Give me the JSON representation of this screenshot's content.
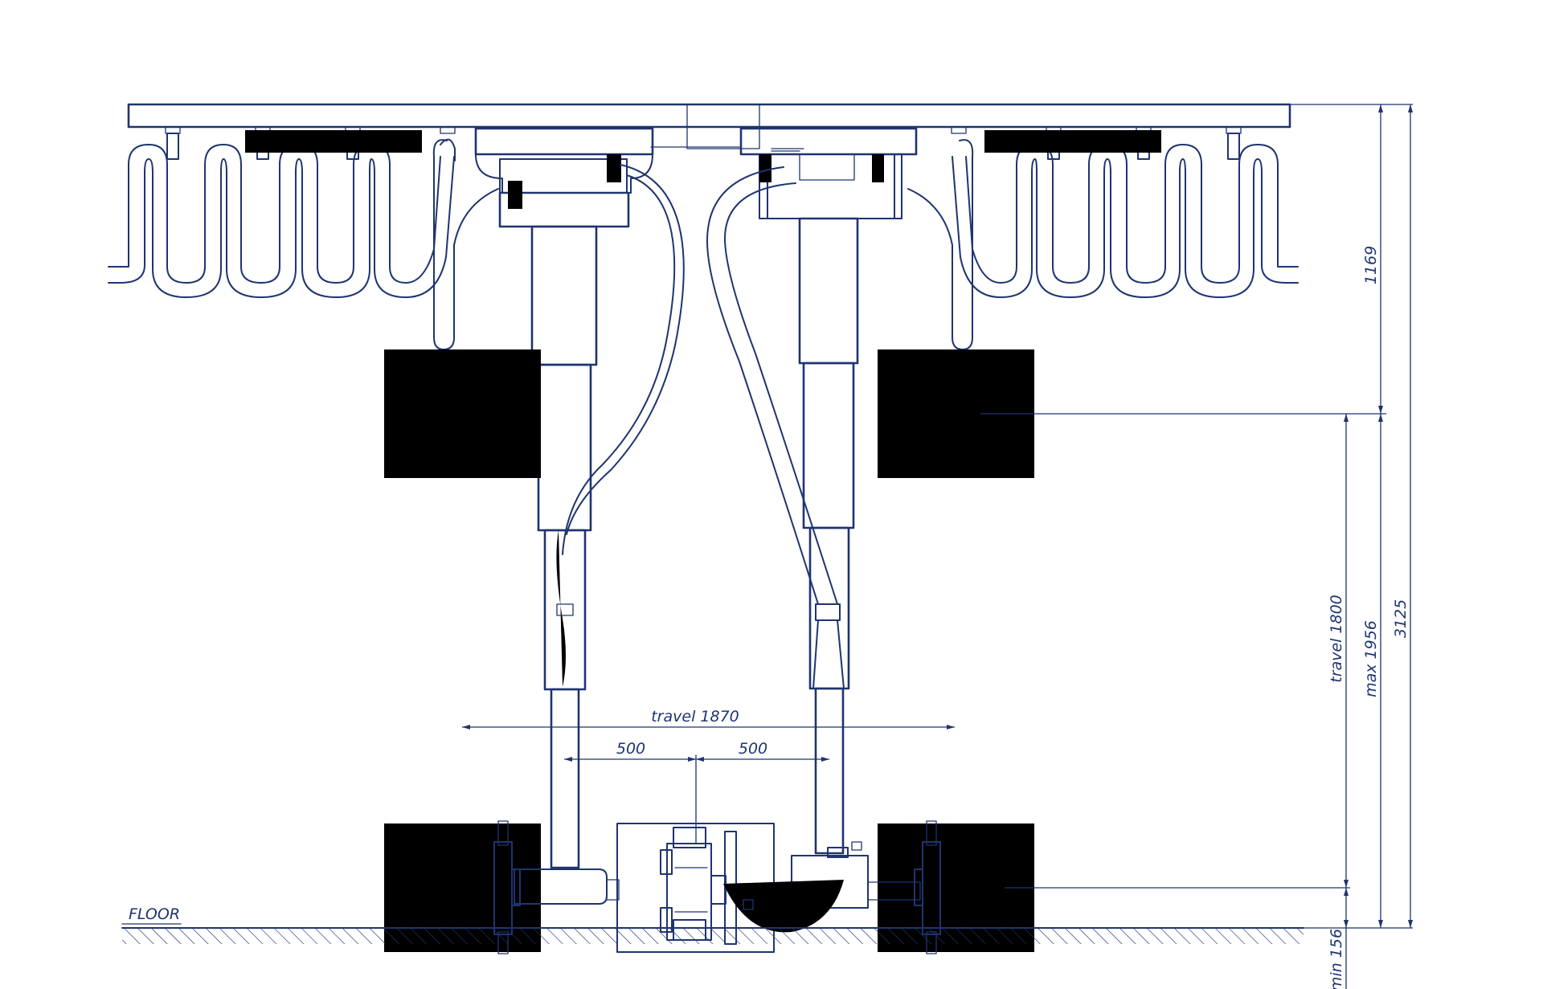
{
  "labels": {
    "floor": "FLOOR",
    "travel_horizontal": "travel 1870",
    "offset_left": "500",
    "offset_right": "500",
    "dim_top": "1169",
    "dim_total": "3125",
    "dim_max": "max 1956",
    "dim_travel_vertical": "travel 1800",
    "dim_min": "min 156"
  },
  "colors": {
    "line": "#1f3470",
    "background": "#ffffff"
  }
}
